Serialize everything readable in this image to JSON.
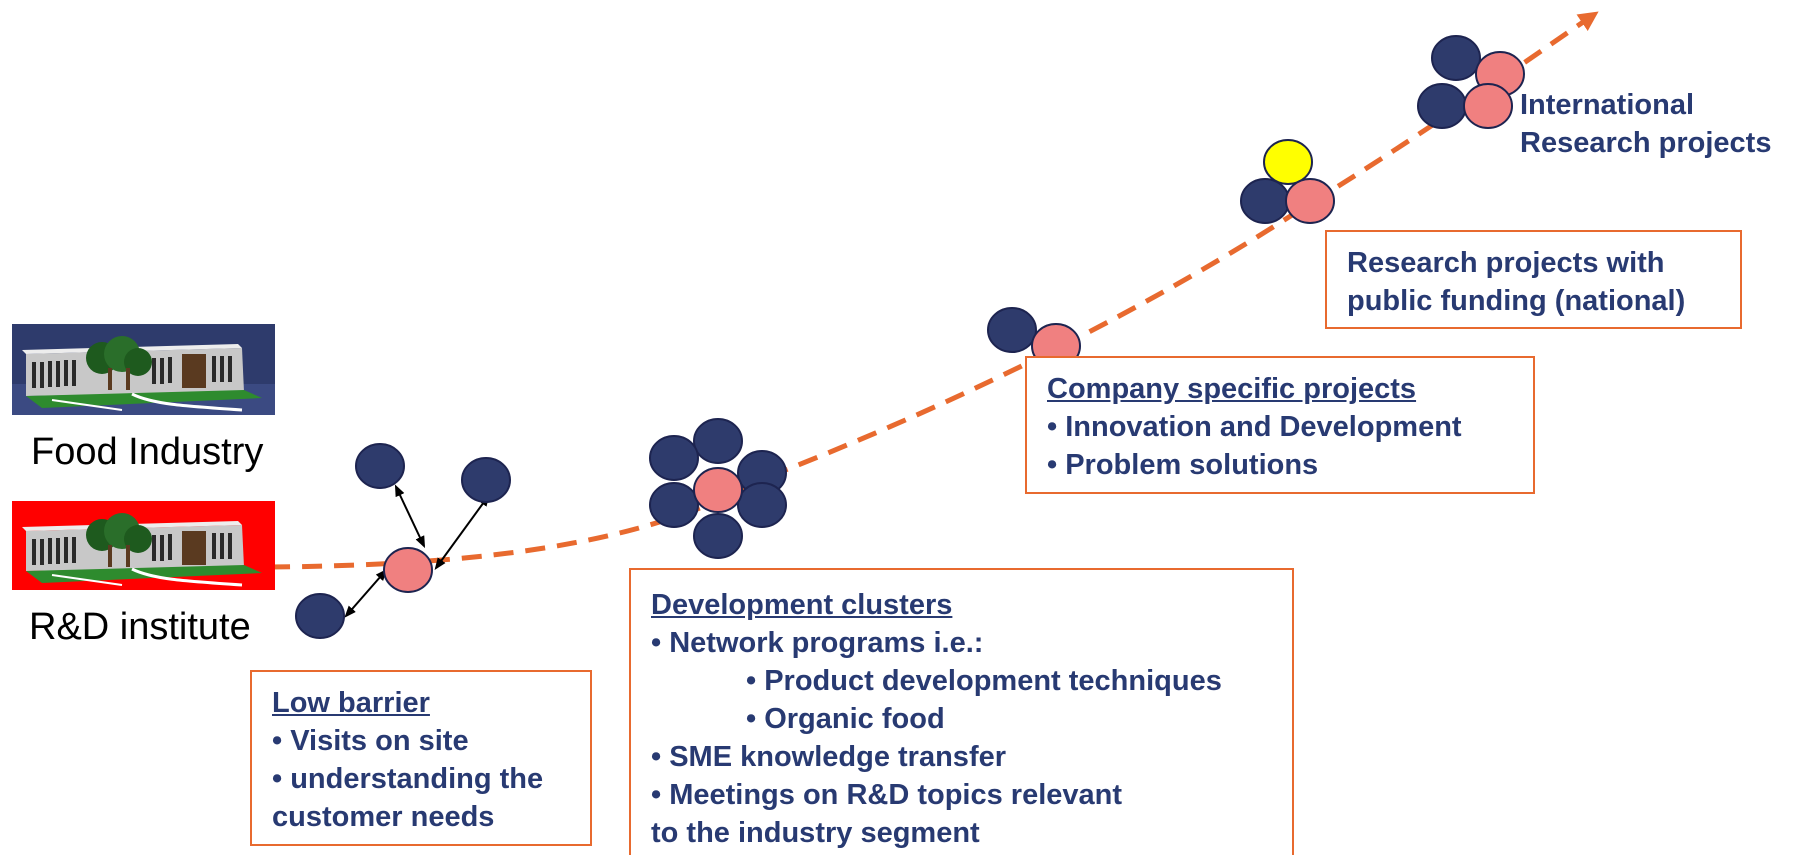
{
  "labels": {
    "food_industry": "Food Industry",
    "rd_institute": "R&D institute",
    "international": [
      "International",
      "Research projects"
    ]
  },
  "boxes": {
    "low_barrier": {
      "heading": "Low barrier",
      "lines": [
        "• Visits on site",
        "• understanding the",
        "customer needs"
      ]
    },
    "development_clusters": {
      "heading": "Development clusters",
      "lines": [
        "• Network programs i.e.:",
        "• Product development techniques",
        "• Organic food",
        "• SME knowledge transfer",
        "• Meetings on R&D topics relevant",
        "to the industry segment"
      ]
    },
    "company_specific": {
      "heading": "Company specific projects",
      "lines": [
        "• Innovation and Development",
        "• Problem solutions"
      ]
    },
    "public_funding": {
      "lines": [
        "Research projects with",
        "public funding (national)"
      ]
    }
  },
  "colors": {
    "navy": "#2e3b6c",
    "salmon": "#f08080",
    "yellow": "#ffff00",
    "orange": "#e86a2f",
    "text": "#283a72"
  },
  "icons": {
    "food_building": "building-illustration-blue",
    "rd_building": "building-illustration-red"
  }
}
